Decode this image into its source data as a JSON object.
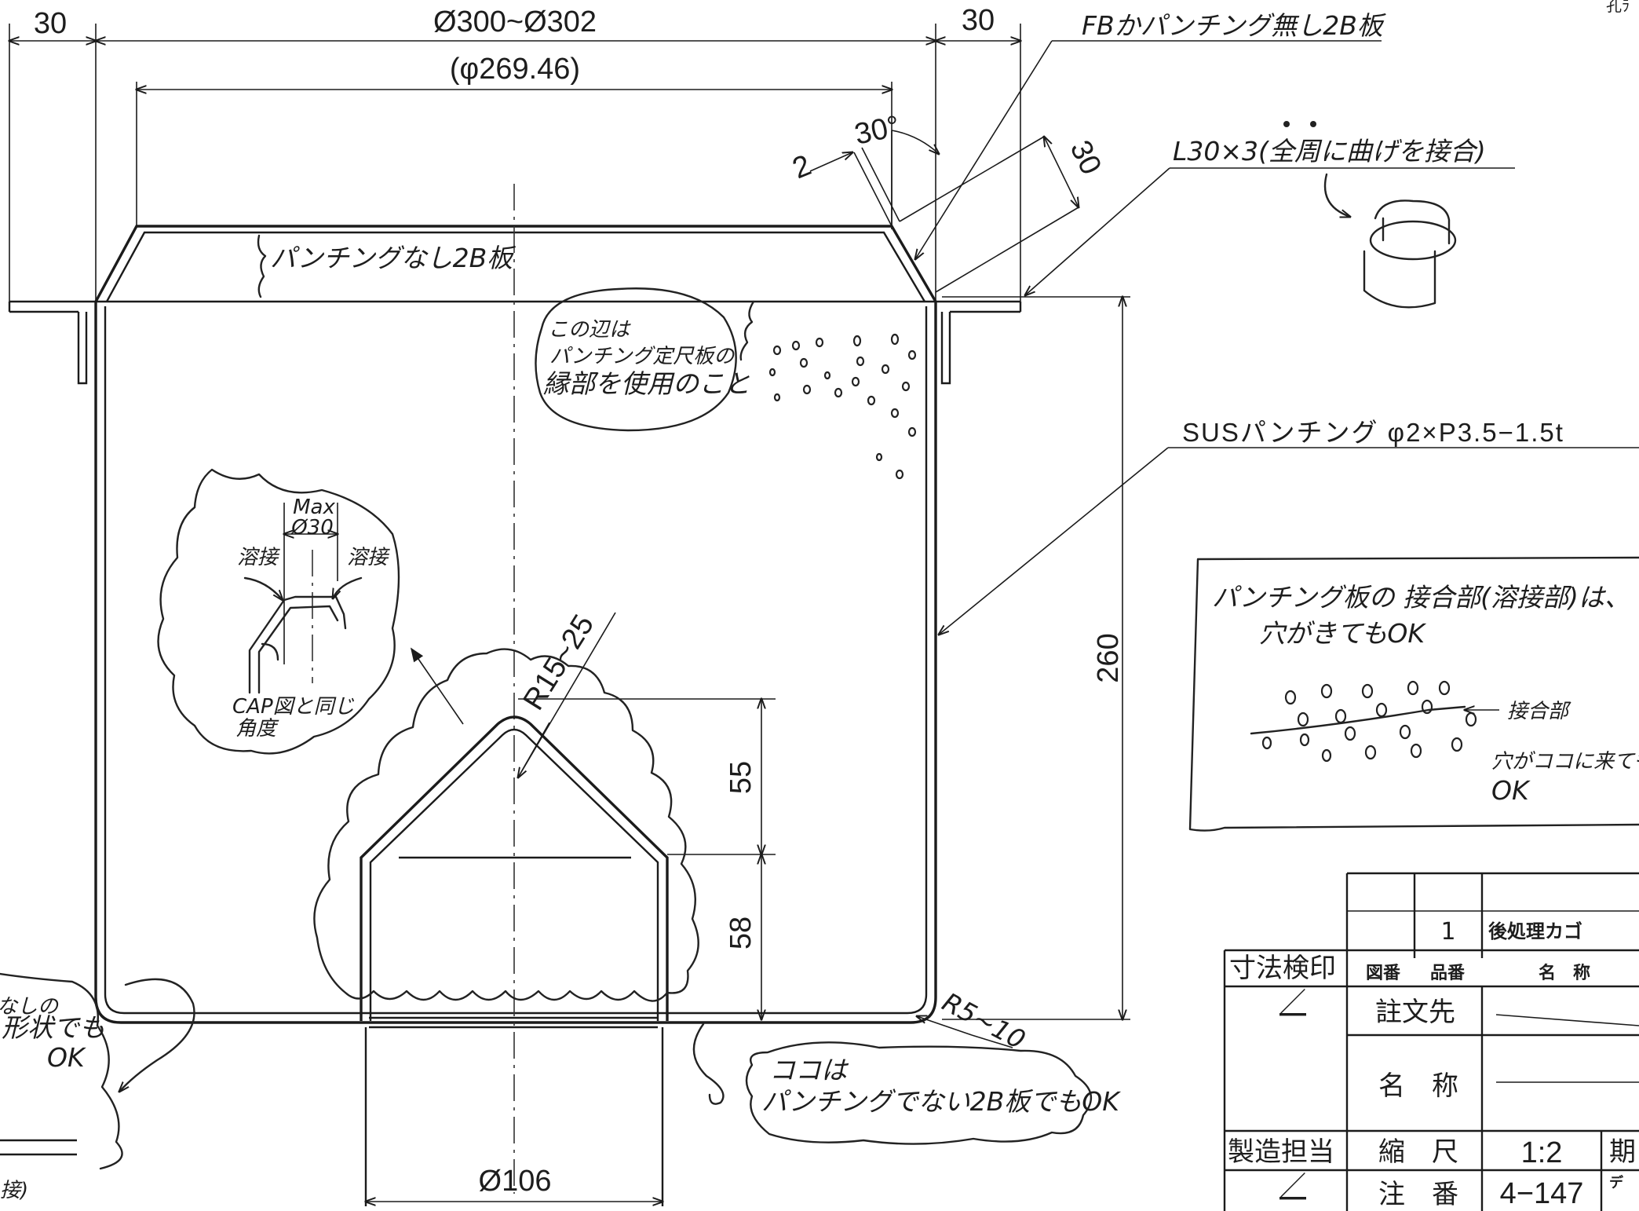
{
  "dimensions": {
    "flange_left": "30",
    "flange_right": "30",
    "outer_diameter": "Ø300~Ø302",
    "inner_diameter": "(φ269.46)",
    "angle": "30°",
    "thickness": "2",
    "angle_leg": "30",
    "height": "260",
    "cone_upper": "55",
    "cone_lower": "58",
    "cone_radius": "R15~25",
    "corner_radius": "R5~10",
    "bottom_diameter": "Ø106",
    "detail_max": "Max",
    "detail_dia": "Ø30"
  },
  "notes": {
    "fb_note": "FBかパンチング無し2B板",
    "l30_note": "L30×3(全周に曲げを接合)",
    "flat_plate": "パンチングなし2B板",
    "edge_note_1": "この辺は",
    "edge_note_2": "パンチング定尺板の",
    "edge_note_3": "縁部を使用のこと",
    "sus_note": "SUSパンチング φ2×P3.5−1.5t",
    "weld_left": "溶接",
    "weld_right": "溶接",
    "cap_note_1": "CAP図と同じ",
    "cap_note_2": "角度",
    "box_line_1": "パンチング板の 接合部(溶接部)は、",
    "box_line_2": "穴がきてもOK",
    "box_joint": "接合部",
    "box_hole_1": "穴がココに来ても",
    "box_hole_2": "OK",
    "bottom_note_1": "ココは",
    "bottom_note_2": "パンチングでない2B板でもOK",
    "left_note_1": "なしの",
    "left_note_2": "形状でも",
    "left_note_3": "OK",
    "left_note_4": "接)",
    "corner_text": "孔ﾗ"
  },
  "title_block": {
    "qty": "1",
    "part_name": "後処理カゴ",
    "dim_inspect": "寸法検印",
    "drawing_no_hdr": "図番",
    "part_no_hdr": "品番",
    "name_hdr": "名　称",
    "inspect_mark": "／",
    "customer_hdr": "註文先",
    "name_row_hdr": "名　称",
    "maker_hdr": "製造担当",
    "maker_mark": "／",
    "scale_hdr": "縮　尺",
    "scale_val": "1:2",
    "period_hdr": "期",
    "order_hdr": "注　番",
    "order_val": "4−147",
    "design_hdr": "デ"
  }
}
